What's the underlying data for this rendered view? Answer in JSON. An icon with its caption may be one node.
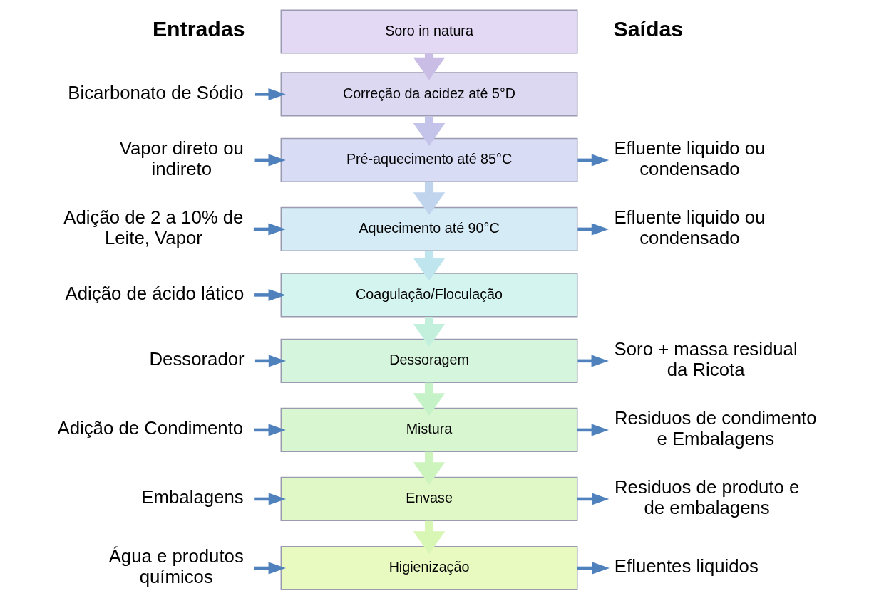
{
  "diagram": {
    "nodes": [
      {
        "text": [
          "Soro in natura"
        ]
      },
      {
        "text": [
          "Correção da acidez até 5°D"
        ]
      },
      {
        "text": [
          "Pré-aquecimento até 85°C"
        ]
      },
      {
        "text": [
          "Aquecimento até 90°C"
        ]
      },
      {
        "text": [
          "Coagulação/Floculação"
        ]
      },
      {
        "text": [
          "Dessoragem"
        ]
      },
      {
        "text": [
          "Mistura"
        ]
      },
      {
        "text": [
          "Envase"
        ]
      },
      {
        "text": [
          "Higienização"
        ]
      },
      {
        "text": [
          "Bicarbonato de Sódio"
        ]
      },
      {
        "text": [
          "Vapor direto ou indireto"
        ]
      },
      {
        "text": [
          "Adição de 2 a 10% de Leite, Vapor"
        ]
      },
      {
        "text": [
          "Adição de ácido lático"
        ]
      },
      {
        "text": [
          "Dessorador"
        ]
      },
      {
        "text": [
          "Adição de Condimento"
        ]
      },
      {
        "text": [
          "Embalagens"
        ]
      },
      {
        "text": [
          "Água e produtos químicos"
        ]
      },
      {
        "text": [
          "Efluente liquido ou condensado"
        ]
      },
      {
        "text": [
          "Efluente liquido ou condensado"
        ]
      },
      {
        "text": [
          "Soro + massa residual da Ricota"
        ]
      },
      {
        "text": [
          "Residuos de condimento e Embalagens"
        ]
      },
      {
        "text": [
          "Residuos de produto e de embalagens"
        ]
      },
      {
        "text": [
          "Efluentes liquidos"
        ]
      }
    ],
    "edges": [
      {
        "from": 0,
        "to": 1,
        "arrow": "to",
        "style": "thick",
        "color": "#c9bde6"
      },
      {
        "from": 1,
        "to": 2,
        "arrow": "to",
        "style": "thick",
        "color": "#c4c4ea"
      },
      {
        "from": 2,
        "to": 3,
        "arrow": "to",
        "style": "thick",
        "color": "#c0d4ee"
      },
      {
        "from": 3,
        "to": 4,
        "arrow": "to",
        "style": "thick",
        "color": "#bfe6ee"
      },
      {
        "from": 4,
        "to": 5,
        "arrow": "to",
        "style": "thick",
        "color": "#c2f0dc"
      },
      {
        "from": 5,
        "to": 6,
        "arrow": "to",
        "style": "thick",
        "color": "#c6f2c8"
      },
      {
        "from": 6,
        "to": 7,
        "arrow": "to",
        "style": "thick",
        "color": "#cdf4bd"
      },
      {
        "from": 7,
        "to": 8,
        "arrow": "to",
        "style": "thick",
        "color": "#d8f6b4"
      },
      {
        "from": 9,
        "to": 1,
        "arrow": "to"
      },
      {
        "from": 10,
        "to": 2,
        "arrow": "to"
      },
      {
        "from": 11,
        "to": 3,
        "arrow": "to"
      },
      {
        "from": 12,
        "to": 4,
        "arrow": "to"
      },
      {
        "from": 13,
        "to": 5,
        "arrow": "to"
      },
      {
        "from": 14,
        "to": 6,
        "arrow": "to"
      },
      {
        "from": 15,
        "to": 7,
        "arrow": "to"
      },
      {
        "from": 16,
        "to": 8,
        "arrow": "to"
      },
      {
        "from": 2,
        "to": 17,
        "arrow": "to"
      },
      {
        "from": 3,
        "to": 18,
        "arrow": "to"
      },
      {
        "from": 5,
        "to": 19,
        "arrow": "to"
      },
      {
        "from": 6,
        "to": 20,
        "arrow": "to"
      },
      {
        "from": 7,
        "to": 21,
        "arrow": "to"
      },
      {
        "from": 8,
        "to": 22,
        "arrow": "to"
      }
    ],
    "labels": [
      "Entradas",
      "Saídas"
    ]
  }
}
